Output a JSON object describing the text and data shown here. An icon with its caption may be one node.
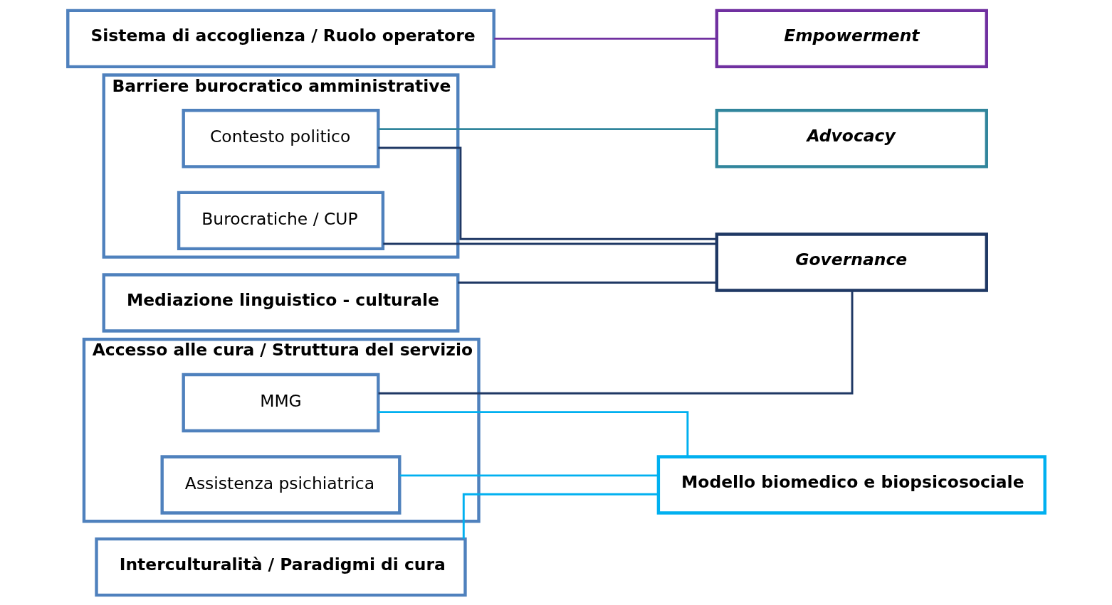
{
  "diagram": {
    "nodes": [
      {
        "text": [
          "Barriere burocratico amministrative"
        ]
      },
      {
        "text": [
          "Contesto politico"
        ],
        "in": 0
      },
      {
        "text": [
          "Burocratiche / CUP"
        ],
        "in": 0
      },
      {
        "text": [
          "Mediazione linguistico - culturale"
        ]
      },
      {
        "text": [
          "Accesso alle cura / Struttura del servizio"
        ]
      },
      {
        "text": [
          "MMG"
        ],
        "in": 4
      },
      {
        "text": [
          "Assistenza psichiatrica"
        ],
        "in": 4
      },
      {
        "text": [
          "Interculturalità / Paradigmi di cura"
        ]
      },
      {
        "text": [
          "Sistema di accoglienza / Ruolo operatore"
        ]
      },
      {
        "text": [
          "Advocacy"
        ]
      },
      {
        "text": [
          "Governance"
        ]
      },
      {
        "text": [
          "Modello biomedico e biopsicosociale"
        ]
      },
      {
        "text": [
          "Empowerment"
        ]
      }
    ],
    "edges": [
      {
        "from": 1,
        "to": 9,
        "arrow": "none",
        "color": "#31859c"
      },
      {
        "from": 1,
        "to": 10,
        "arrow": "none"
      },
      {
        "from": 2,
        "to": 10,
        "arrow": "none"
      },
      {
        "from": 3,
        "to": 10,
        "arrow": "none"
      },
      {
        "from": 5,
        "to": 10,
        "arrow": "none"
      },
      {
        "from": 5,
        "to": 11,
        "arrow": "none",
        "color": "#00b0f0"
      },
      {
        "from": 6,
        "to": 11,
        "arrow": "none",
        "color": "#00b0f0"
      },
      {
        "from": 7,
        "to": 11,
        "arrow": "none",
        "color": "#00b0f0"
      },
      {
        "from": 8,
        "to": 12,
        "arrow": "none",
        "color": "#7030a0"
      }
    ]
  }
}
